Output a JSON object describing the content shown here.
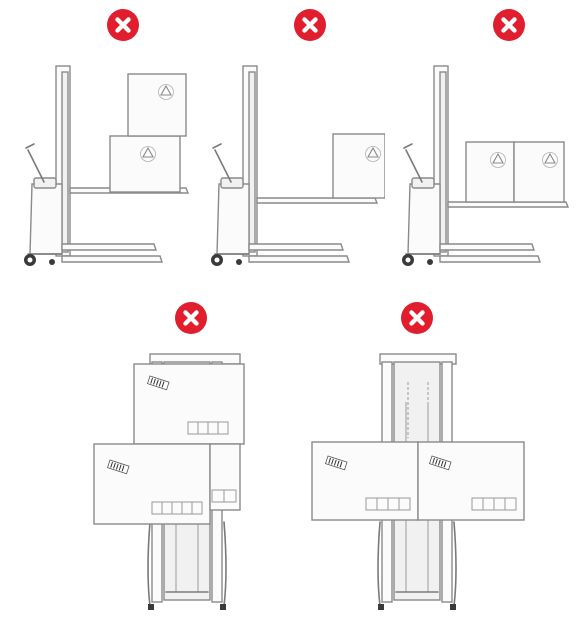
{
  "colors": {
    "badge": "#e01e2e",
    "badge_mark": "#ffffff",
    "line": "#7a7a7a"
  },
  "panels": [
    {
      "id": "side-stacked-high",
      "badge_icon": "x-icon"
    },
    {
      "id": "side-overhang-forward",
      "badge_icon": "x-icon"
    },
    {
      "id": "side-two-boxes-wide",
      "badge_icon": "x-icon"
    },
    {
      "id": "front-stacked-offset",
      "badge_icon": "x-icon"
    },
    {
      "id": "front-wide-load",
      "badge_icon": "x-icon"
    }
  ]
}
